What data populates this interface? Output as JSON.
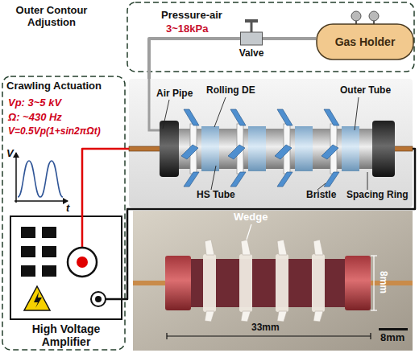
{
  "diagram": {
    "nodes": [
      {
        "text": [
          "Outer Contour Adjustion",
          "Pressure-air",
          "3~18kPa"
        ]
      },
      {
        "text": [
          "Valve"
        ],
        "in": 0
      },
      {
        "text": [
          "Gas Holder"
        ],
        "in": 0
      },
      {
        "text": [
          "Crawling Actuation",
          "Vp: 3~5 kV",
          "Ω: ~430 Hz",
          "V=0.5Vp(1+sin2πΩt)"
        ]
      },
      {
        "text": [
          "High Voltage Amplifier"
        ],
        "in": 3
      },
      {
        "text": [
          "Air Pipe",
          "Rolling DE",
          "Outer Tube",
          "HS Tube",
          "Bristle",
          "Spacing Ring"
        ]
      }
    ],
    "edges": [
      {
        "from": 2,
        "to": 1,
        "arrow": "none"
      },
      {
        "from": 1,
        "to": 5,
        "arrow": "none"
      },
      {
        "from": 4,
        "to": 5,
        "arrow": "none"
      },
      {
        "from": 4,
        "to": 5,
        "arrow": "none"
      }
    ],
    "labels": [
      "V",
      "t",
      "Wedge",
      "8mm",
      "33mm",
      "8mm"
    ]
  }
}
